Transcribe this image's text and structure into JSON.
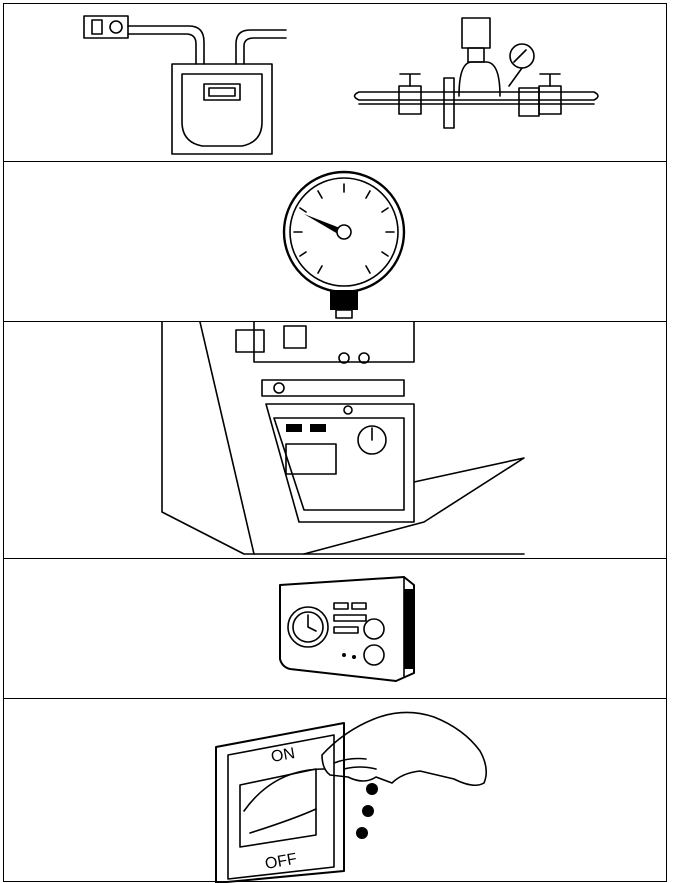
{
  "panels": [
    {
      "id": "gas-supply",
      "illustration": "gas-meter-and-valve-assembly"
    },
    {
      "id": "pressure-gauge",
      "illustration": "pressure-gauge"
    },
    {
      "id": "boiler-controls",
      "illustration": "boiler-control-panel-open"
    },
    {
      "id": "programmer",
      "illustration": "timer-programmer-unit"
    },
    {
      "id": "power-switch",
      "illustration": "hand-on-switch",
      "switch": {
        "on_label": "ON",
        "off_label": "OFF"
      }
    }
  ]
}
